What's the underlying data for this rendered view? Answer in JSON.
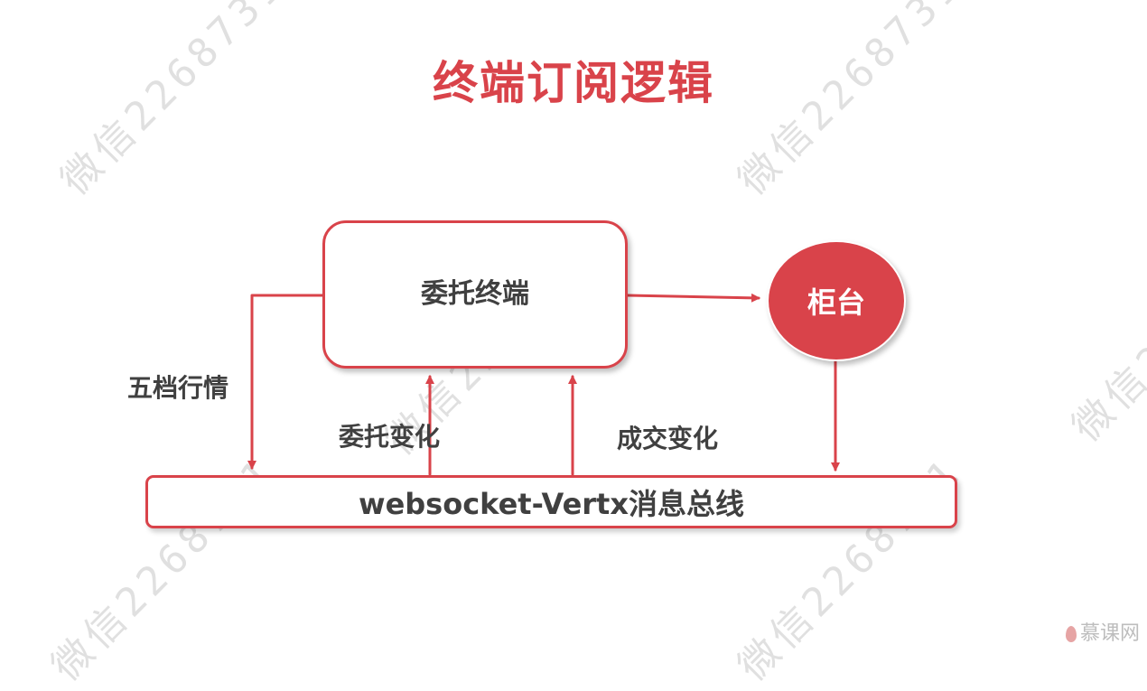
{
  "title": "终端订阅逻辑",
  "nodes": {
    "client_terminal": "委托终端",
    "counter": "柜台",
    "bus": "websocket-Vertx消息总线"
  },
  "edge_labels": {
    "market_depth": "五档行情",
    "order_change": "委托变化",
    "trade_change": "成交变化"
  },
  "watermark_text": "微信2268731",
  "logo_text": "慕课网",
  "colors": {
    "accent": "#d9434a",
    "text": "#404040"
  }
}
